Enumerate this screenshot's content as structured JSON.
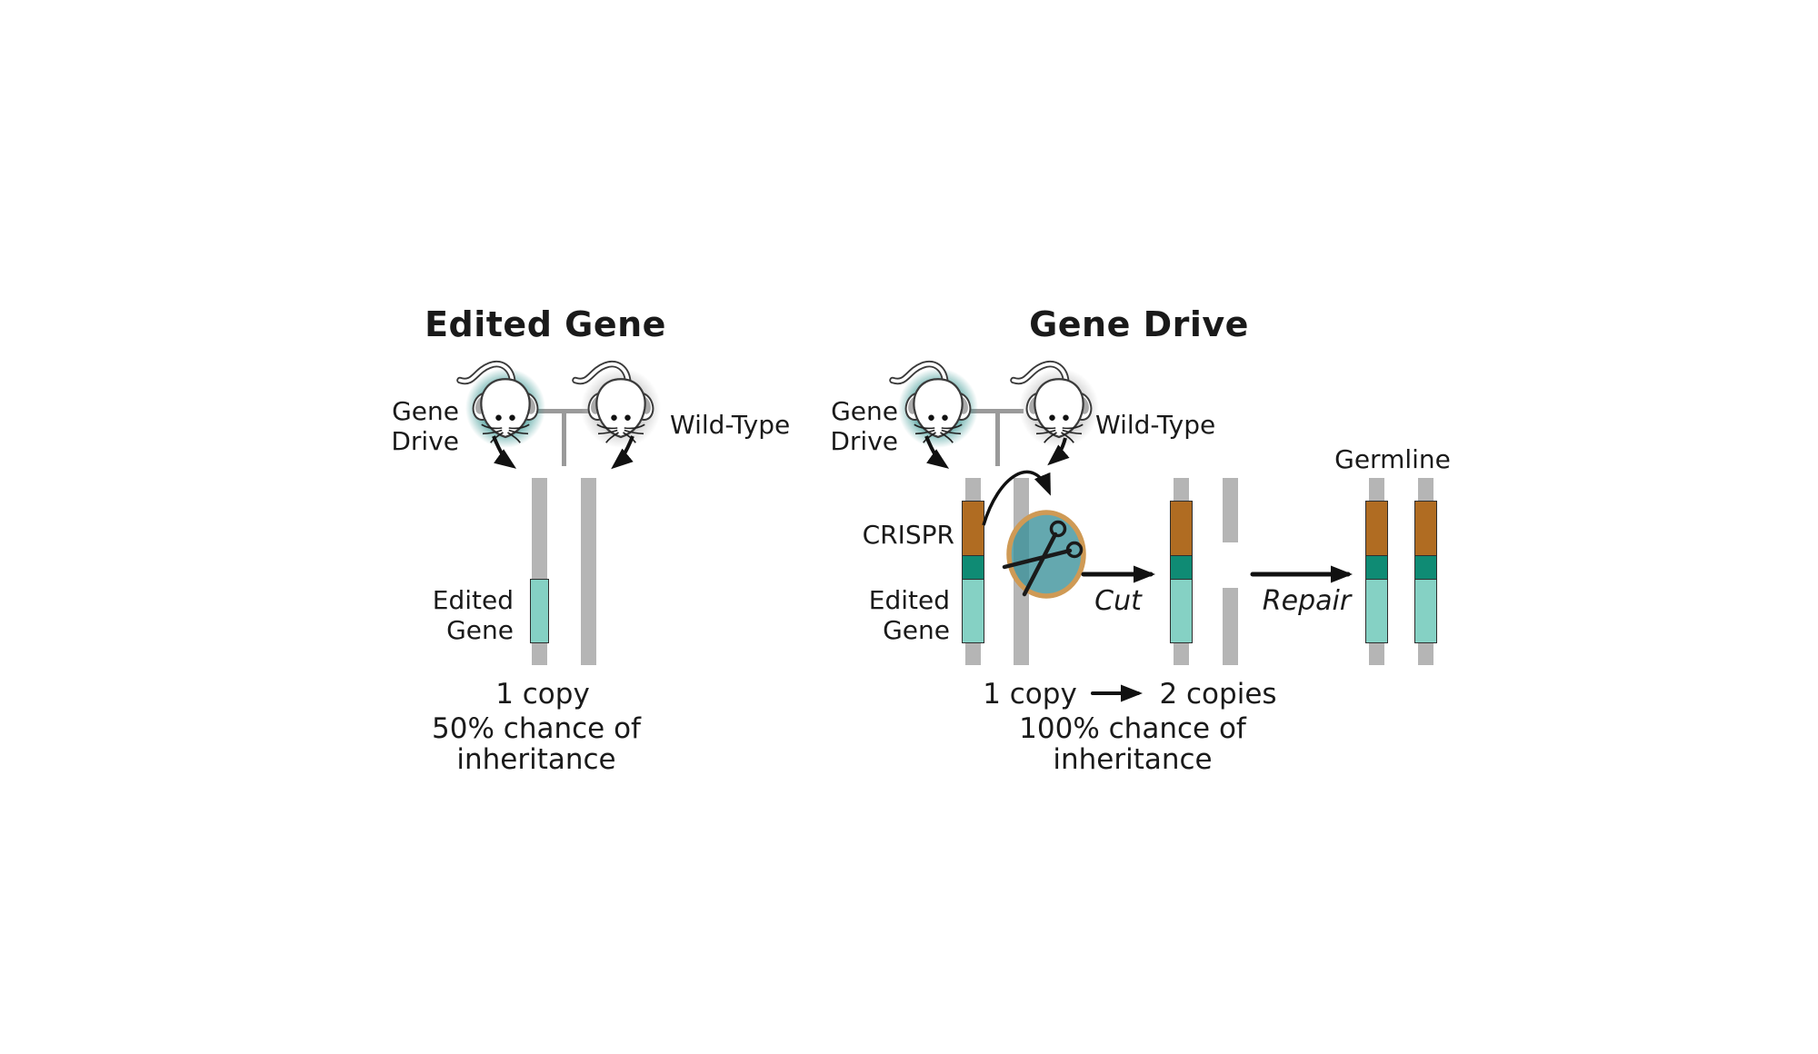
{
  "left": {
    "title": "Edited Gene",
    "parent1": {
      "line1": "Gene",
      "line2": "Drive"
    },
    "parent2": "Wild-Type",
    "gene": {
      "line1": "Edited",
      "line2": "Gene"
    },
    "copies": "1 copy",
    "inheritance": "50% chance of inheritance"
  },
  "right": {
    "title": "Gene Drive",
    "parent1": {
      "line1": "Gene",
      "line2": "Drive"
    },
    "parent2": "Wild-Type",
    "crispr": "CRISPR",
    "gene": {
      "line1": "Edited",
      "line2": "Gene"
    },
    "cut": "Cut",
    "repair": "Repair",
    "germline": "Germline",
    "copies_before": "1 copy",
    "copies_after": "2 copies",
    "inheritance": "100% chance of inheritance"
  },
  "colors": {
    "edited_gene_teal": "#85d1c4",
    "crispr_brown": "#b06c22",
    "guide_green": "#0f8b74",
    "chromosome_gray": "#b5b5b5",
    "cross_gray": "#9a9a9a",
    "scissors_circle_fill": "#3d929b",
    "scissors_circle_border": "#cf9a55",
    "gene_drive_glow": "#2f918d",
    "wild_type_glow": "#bdbdbd"
  }
}
